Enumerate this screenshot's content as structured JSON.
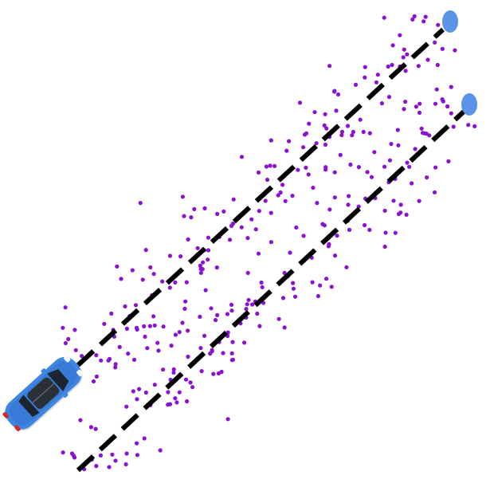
{
  "colors": {
    "background": "#ffffff",
    "path_line": "#000000",
    "goal_marker": "#5b93e8",
    "sample_points": "#8a12d0",
    "car_body": "#3f86e0",
    "car_body_dark": "#2a66c2",
    "car_window": "#1c2430",
    "car_headlight": "#f2f6ff",
    "car_taillight": "#d8262c"
  },
  "icons": {
    "vehicle": "car-icon",
    "goal": "goal-marker"
  },
  "paths": [
    {
      "style": "dashed"
    },
    {
      "style": "dashed"
    }
  ]
}
